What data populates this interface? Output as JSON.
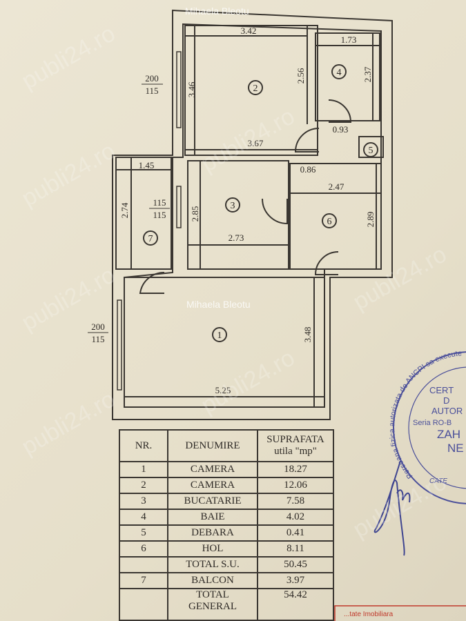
{
  "watermark": {
    "site": "publi24.ro",
    "author": "Mihaela Bleotu"
  },
  "plan": {
    "wall_labels": [
      {
        "top": "200",
        "bottom": "115"
      },
      {
        "top": "115",
        "bottom": "115"
      },
      {
        "top": "200",
        "bottom": "115"
      }
    ],
    "rooms": [
      "1",
      "2",
      "3",
      "4",
      "5",
      "6",
      "7"
    ],
    "dimensions": {
      "r2_top": "3.42",
      "r2_left": "3.46",
      "r2_right": "2.56",
      "r2_bottom": "3.67",
      "r4_top": "1.73",
      "r4_right": "2.37",
      "hall_top": "0.93",
      "hall_mid": "0.86",
      "r6_top": "2.47",
      "r6_right": "2.89",
      "r3_left": "2.85",
      "r3_bottom": "2.73",
      "r7_top": "1.45",
      "r7_left": "2.74",
      "r1_right": "3.48",
      "r1_bottom": "5.25"
    }
  },
  "table": {
    "headers": {
      "nr": "NR.",
      "name": "DENUMIRE",
      "area_line1": "SUPRAFATA",
      "area_line2": "utila \"mp\""
    },
    "rows": [
      {
        "nr": "1",
        "name": "CAMERA",
        "area": "18.27"
      },
      {
        "nr": "2",
        "name": "CAMERA",
        "area": "12.06"
      },
      {
        "nr": "3",
        "name": "BUCATARIE",
        "area": "7.58"
      },
      {
        "nr": "4",
        "name": "BAIE",
        "area": "4.02"
      },
      {
        "nr": "5",
        "name": "DEBARA",
        "area": "0.41"
      },
      {
        "nr": "6",
        "name": "HOL",
        "area": "8.11"
      },
      {
        "nr": "",
        "name": "TOTAL S.U.",
        "area": "50.45"
      },
      {
        "nr": "7",
        "name": "BALCON",
        "area": "3.97"
      }
    ],
    "total": {
      "line1": "TOTAL",
      "line2": "GENERAL",
      "area": "54.42"
    }
  },
  "stamp": {
    "ring_text": "Persoana fizica autorizata de ANCPI sa execute",
    "l1": "CERT",
    "l2": "D",
    "l3": "AUTOR",
    "l4": "Seria RO-B",
    "l5": "ZAH",
    "l6": "NE",
    "l7": "CATE"
  },
  "footer_stamp": "...tate Imobiliara",
  "colors": {
    "ink": "#3a3631",
    "stamp": "#4a4f9a",
    "red": "#c0392b"
  }
}
